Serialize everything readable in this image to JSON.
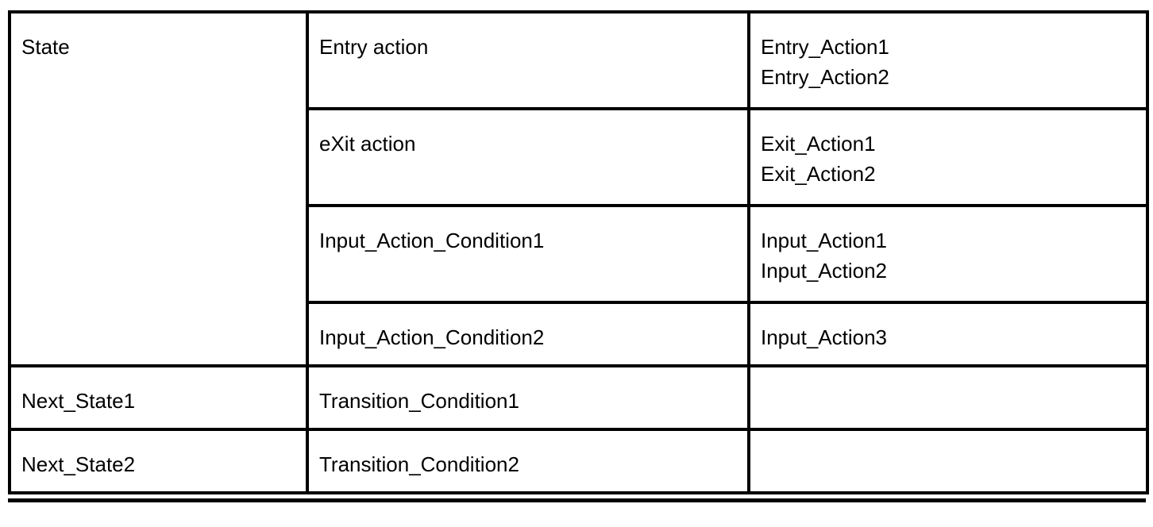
{
  "figure": {
    "type": "state-transition-table",
    "colors": {
      "highlight_cell": "#eae9d8",
      "border": "#000000",
      "background": "#ffffff",
      "text": "#000000"
    }
  },
  "state_table": {
    "state": {
      "label": "State",
      "entry": {
        "event": "Entry action",
        "actions": "Entry_Action1\nEntry_Action2"
      },
      "exit": {
        "event": "eXit action",
        "actions": "Exit_Action1\nExit_Action2"
      },
      "inputs": [
        {
          "condition": "Input_Action_Condition1",
          "actions": "Input_Action1\nInput_Action2"
        },
        {
          "condition": "Input_Action_Condition2",
          "actions": "Input_Action3"
        }
      ]
    },
    "transitions": [
      {
        "next_state": "Next_State1",
        "condition": "Transition_Condition1",
        "actions": ""
      },
      {
        "next_state": "Next_State2",
        "condition": "Transition_Condition2",
        "actions": ""
      }
    ]
  }
}
